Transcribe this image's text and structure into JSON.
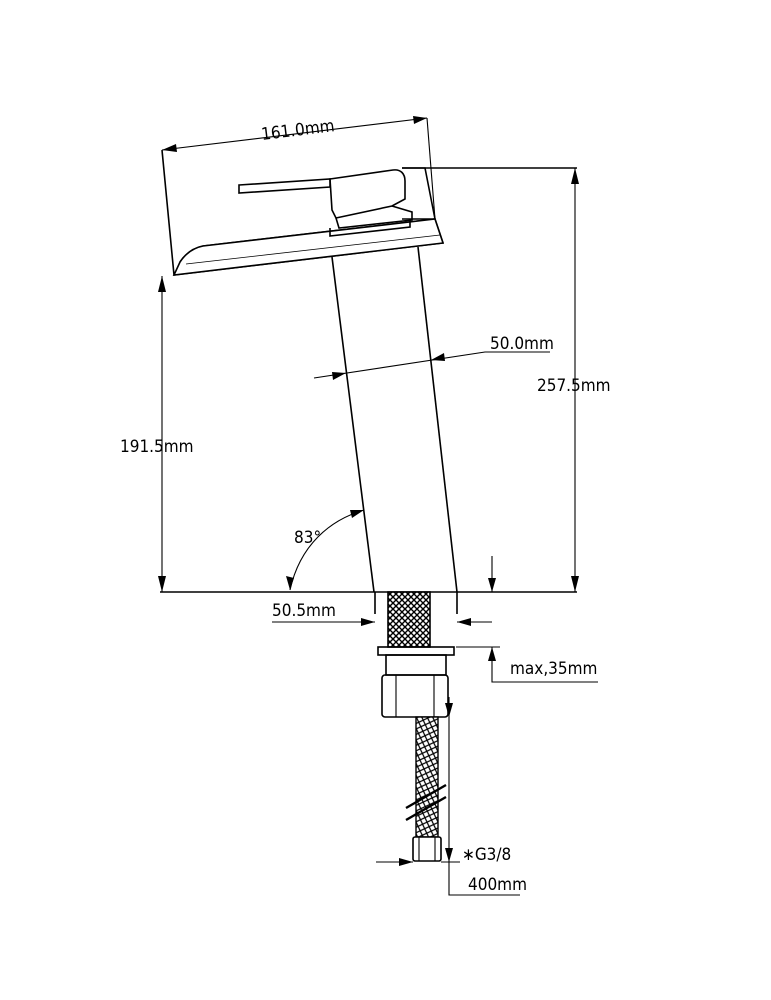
{
  "dimensions": {
    "spout_length": "161.0mm",
    "body_width": "50.0mm",
    "total_height": "257.5mm",
    "spout_height": "191.5mm",
    "angle": "83°",
    "base_width": "50.5mm",
    "max_deck_thickness": "max,35mm",
    "thread": "∗G3/8",
    "hose_length": "400mm"
  },
  "colors": {
    "line": "#000000",
    "background": "#ffffff"
  }
}
